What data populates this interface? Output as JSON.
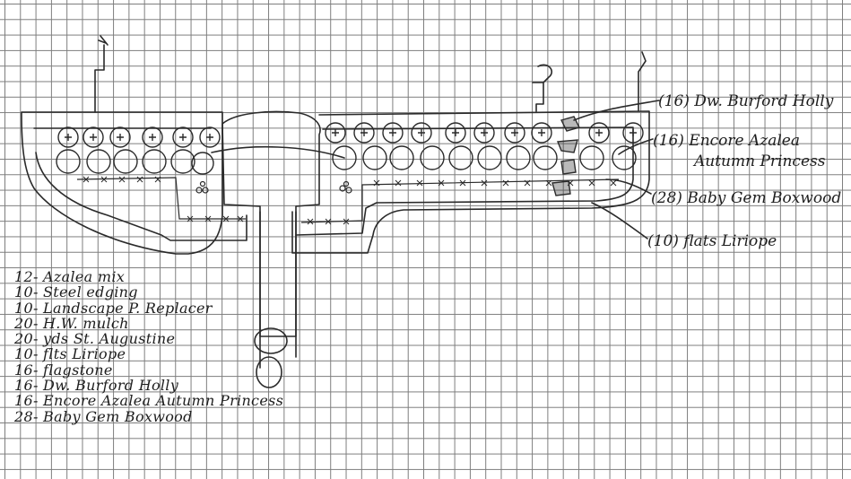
{
  "callouts": {
    "holly": "(16) Dw. Burford Holly",
    "azalea_line1": "(16) Encore Azalea",
    "azalea_line2": "Autumn Princess",
    "boxwood": "(28) Baby Gem Boxwood",
    "liriope": "(10) flats Liriope"
  },
  "materials": [
    "12- Azalea mix",
    "10- Steel edging",
    "10- Landscape P. Replacer",
    "20- H.W. mulch",
    "20- yds St. Augustine",
    "10- flts Liriope",
    "16- flagstone",
    "16- Dw. Burford Holly",
    "16- Encore Azalea Autumn Princess",
    "28- Baby Gem Boxwood"
  ],
  "colors": {
    "ink": "#1e1e1e",
    "grid": "#7d7d7d",
    "paper": "#ffffff"
  }
}
